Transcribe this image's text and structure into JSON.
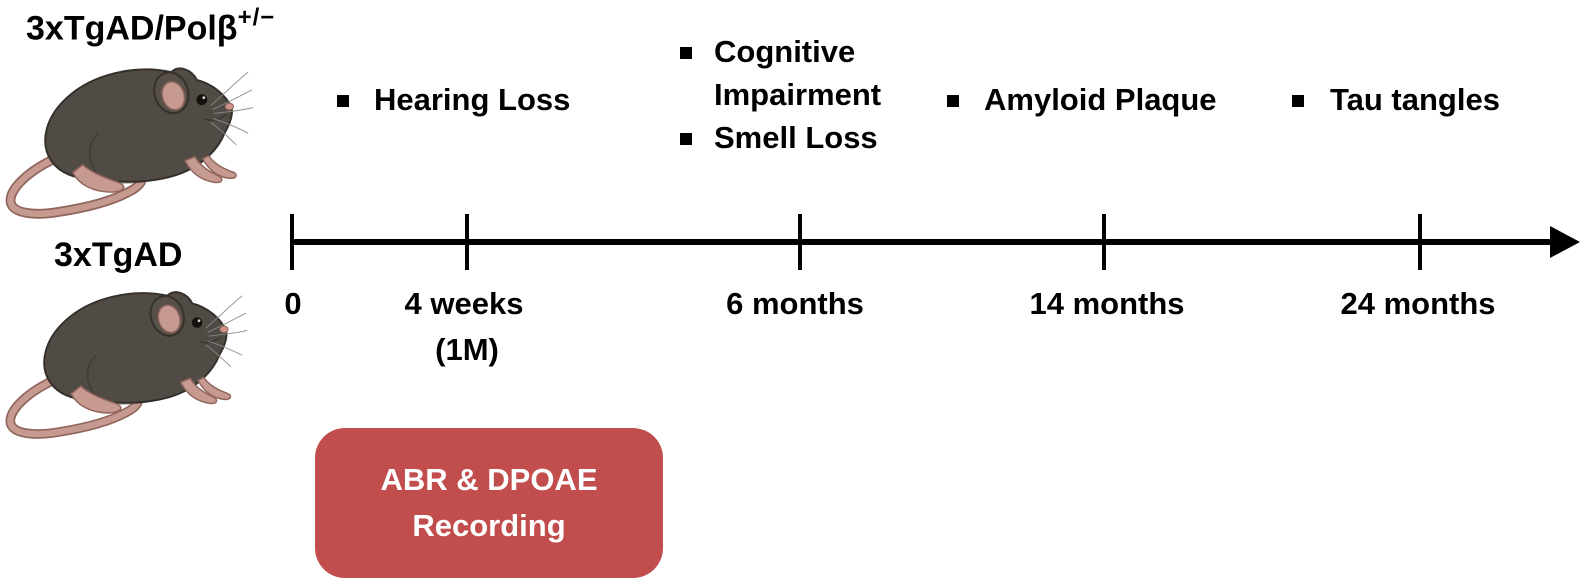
{
  "figure": {
    "groups": [
      {
        "name": "3xTgAD/Polβ",
        "genotype_sup": "+/−"
      },
      {
        "name": "3xTgAD"
      }
    ],
    "milestones": [
      {
        "label": "Hearing Loss"
      },
      {
        "line1": "Cognitive",
        "line2": "Impairment"
      },
      {
        "label": "Smell Loss"
      },
      {
        "label": "Amyloid Plaque"
      },
      {
        "label": "Tau tangles"
      }
    ],
    "timeline": {
      "ticks": [
        "0",
        "4 weeks",
        "6 months",
        "14 months",
        "24 months"
      ],
      "tick1_sub": "(1M)"
    },
    "callout": {
      "line1": "ABR & DPOAE",
      "line2": "Recording"
    },
    "colors": {
      "callout_bg": "#c24d4d",
      "callout_text": "#ffffff",
      "text": "#000000",
      "mouse_body": "#514b45",
      "mouse_pink": "#c79a91"
    }
  }
}
